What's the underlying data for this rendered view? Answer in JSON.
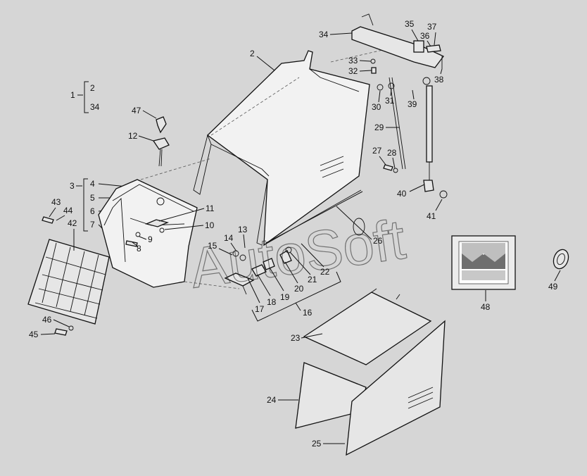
{
  "watermark": "AutoSoft",
  "brackets": {
    "b1": {
      "main": "1",
      "items": [
        "2",
        "34"
      ]
    },
    "b3": {
      "main": "3",
      "items": [
        "4",
        "5",
        "6",
        "7"
      ]
    },
    "b16": {
      "main": "16",
      "sub": [
        "17",
        "18",
        "19",
        "20",
        "21",
        "22"
      ]
    }
  },
  "callouts": [
    "2",
    "8",
    "9",
    "10",
    "11",
    "12",
    "13",
    "14",
    "15",
    "23",
    "24",
    "25",
    "26",
    "27",
    "28",
    "29",
    "30",
    "31",
    "32",
    "33",
    "34",
    "35",
    "36",
    "37",
    "38",
    "39",
    "40",
    "41",
    "42",
    "43",
    "44",
    "45",
    "46",
    "47",
    "48",
    "49"
  ],
  "logo": {
    "accent": "#6f6f6f",
    "light": "#c8c8c8"
  }
}
